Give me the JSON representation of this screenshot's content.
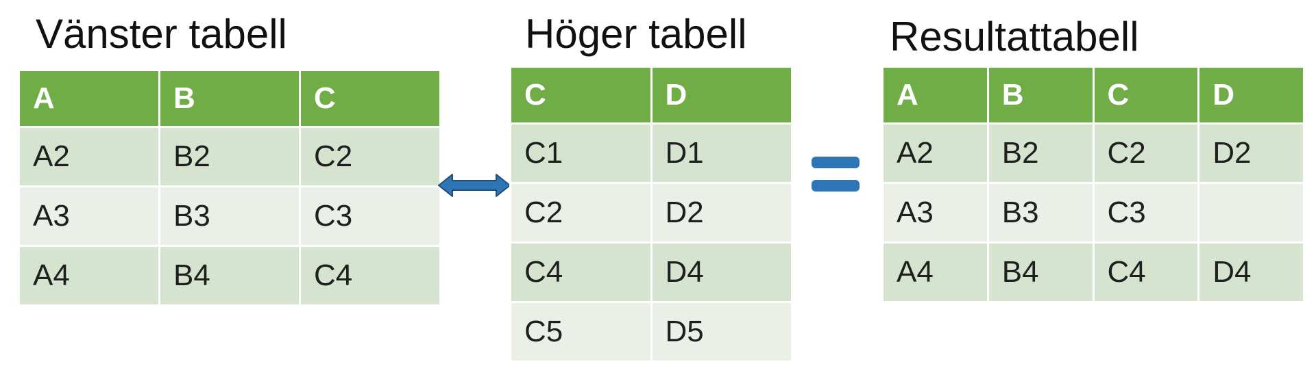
{
  "left_table": {
    "title": "Vänster tabell",
    "headers": [
      "A",
      "B",
      "C"
    ],
    "rows": [
      [
        "A2",
        "B2",
        "C2"
      ],
      [
        "A3",
        "B3",
        "C3"
      ],
      [
        "A4",
        "B4",
        "C4"
      ]
    ]
  },
  "right_table": {
    "title": "Höger tabell",
    "headers": [
      "C",
      "D"
    ],
    "rows": [
      [
        "C1",
        "D1"
      ],
      [
        "C2",
        "D2"
      ],
      [
        "C4",
        "D4"
      ],
      [
        "C5",
        "D5"
      ]
    ]
  },
  "result_table": {
    "title": "Resultattabell",
    "headers": [
      "A",
      "B",
      "C",
      "D"
    ],
    "rows": [
      [
        "A2",
        "B2",
        "C2",
        "D2"
      ],
      [
        "A3",
        "B3",
        "C3",
        ""
      ],
      [
        "A4",
        "B4",
        "C4",
        "D4"
      ]
    ]
  },
  "colors": {
    "header_green": "#70ad47",
    "row_dark": "#d5e3cf",
    "row_light": "#eaf0e7",
    "connector_blue": "#2e75b6"
  },
  "icons": {
    "connector": "double-headed-arrow-icon",
    "equals": "equals-icon"
  }
}
